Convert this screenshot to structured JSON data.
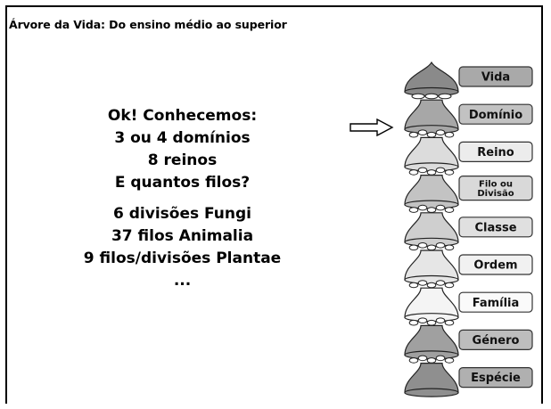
{
  "slide": {
    "title": "Árvore da Vida: Do ensino médio ao superior",
    "lines": [
      "Ok! Conhecemos:",
      "3 ou 4 domínios",
      "8 reinos",
      "E quantos filos?",
      "",
      "6 divisões Fungi",
      "37 filos Animalia",
      "9 filos/divisões Plantae",
      "..."
    ]
  },
  "hierarchy": {
    "ranks": [
      {
        "label": "Vida",
        "shade": "#8a8a8a",
        "box": "#a9a9a9"
      },
      {
        "label": "Domínio",
        "shade": "#a7a7a7",
        "box": "#c2c2c2"
      },
      {
        "label": "Reino",
        "shade": "#dcdcdc",
        "box": "#ececec"
      },
      {
        "label": "Filo ou Divisão",
        "lines": [
          "Filo ou",
          "Divisão"
        ],
        "shade": "#c3c3c3",
        "box": "#d9d9d9"
      },
      {
        "label": "Classe",
        "shade": "#cfcfcf",
        "box": "#e0e0e0"
      },
      {
        "label": "Ordem",
        "shade": "#e6e6e6",
        "box": "#f1f1f1"
      },
      {
        "label": "Família",
        "shade": "#f4f4f4",
        "box": "#fafafa"
      },
      {
        "label": "Género",
        "shade": "#a0a0a0",
        "box": "#bdbdbd"
      },
      {
        "label": "Espécie",
        "shade": "#8f8f8f",
        "box": "#b0b0b0"
      }
    ],
    "pointer": "arrow-right-icon",
    "pointed_rank": "Domínio"
  }
}
